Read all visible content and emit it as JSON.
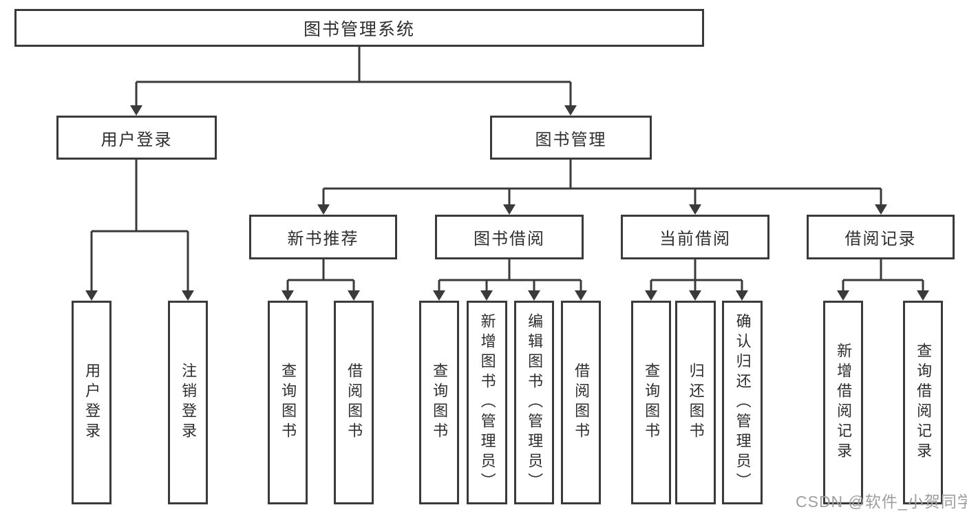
{
  "tree": {
    "label": "图书管理系统",
    "children": [
      {
        "label": "用户登录",
        "children": [
          {
            "label": "用户登录"
          },
          {
            "label": "注销登录"
          }
        ]
      },
      {
        "label": "图书管理",
        "children": [
          {
            "label": "新书推荐",
            "children": [
              {
                "label": "查询图书"
              },
              {
                "label": "借阅图书"
              }
            ]
          },
          {
            "label": "图书借阅",
            "children": [
              {
                "label": "查询图书"
              },
              {
                "label": "新增图书（管理员）"
              },
              {
                "label": "编辑图书（管理员）"
              },
              {
                "label": "借阅图书"
              }
            ]
          },
          {
            "label": "当前借阅",
            "children": [
              {
                "label": "查询图书"
              },
              {
                "label": "归还图书"
              },
              {
                "label": "确认归还（管理员）"
              }
            ]
          },
          {
            "label": "借阅记录",
            "children": [
              {
                "label": "新增借阅记录"
              },
              {
                "label": "查询借阅记录"
              }
            ]
          }
        ]
      }
    ]
  },
  "watermark": "CSDN @软件_小贺同学",
  "colors": {
    "line": "#3a3a3a",
    "text": "#2e2e2e",
    "box_background": "#ffffff",
    "page_background": "#ffffff",
    "watermark": "#9e9e9e"
  }
}
